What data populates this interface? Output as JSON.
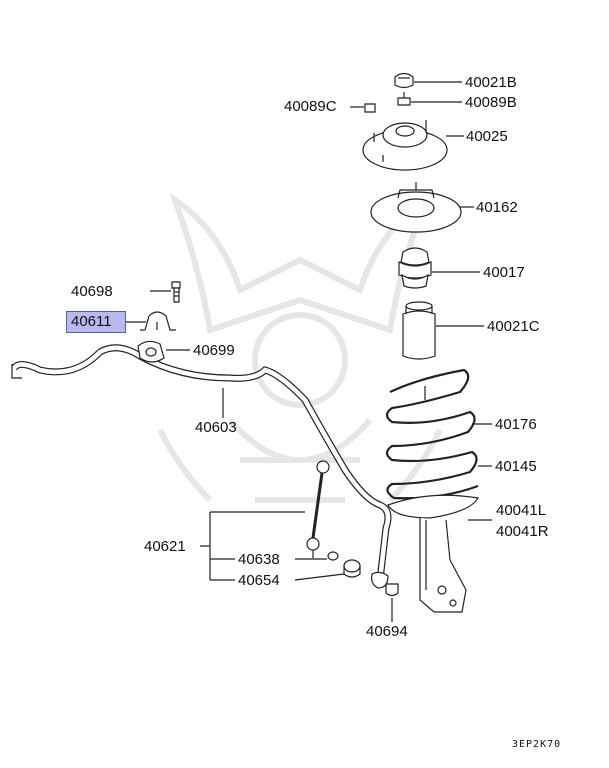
{
  "parts": [
    {
      "id": "p40021B",
      "label": "40021B"
    },
    {
      "id": "p40089B",
      "label": "40089B"
    },
    {
      "id": "p40089C",
      "label": "40089C"
    },
    {
      "id": "p40025",
      "label": "40025"
    },
    {
      "id": "p40162",
      "label": "40162"
    },
    {
      "id": "p40017",
      "label": "40017"
    },
    {
      "id": "p40021C",
      "label": "40021C"
    },
    {
      "id": "p40698",
      "label": "40698"
    },
    {
      "id": "p40611",
      "label": "40611",
      "highlighted": true
    },
    {
      "id": "p40699",
      "label": "40699"
    },
    {
      "id": "p40603",
      "label": "40603"
    },
    {
      "id": "p40176",
      "label": "40176"
    },
    {
      "id": "p40145",
      "label": "40145"
    },
    {
      "id": "p40041L",
      "label": "40041L"
    },
    {
      "id": "p40041R",
      "label": "40041R"
    },
    {
      "id": "p40621",
      "label": "40621"
    },
    {
      "id": "p40638",
      "label": "40638"
    },
    {
      "id": "p40654",
      "label": "40654"
    },
    {
      "id": "p40694",
      "label": "40694"
    }
  ],
  "diagram_code": "3EP2K70",
  "colors": {
    "line": "#222222",
    "highlight": "#b9b9f0",
    "watermark": "#e4e4e4"
  }
}
